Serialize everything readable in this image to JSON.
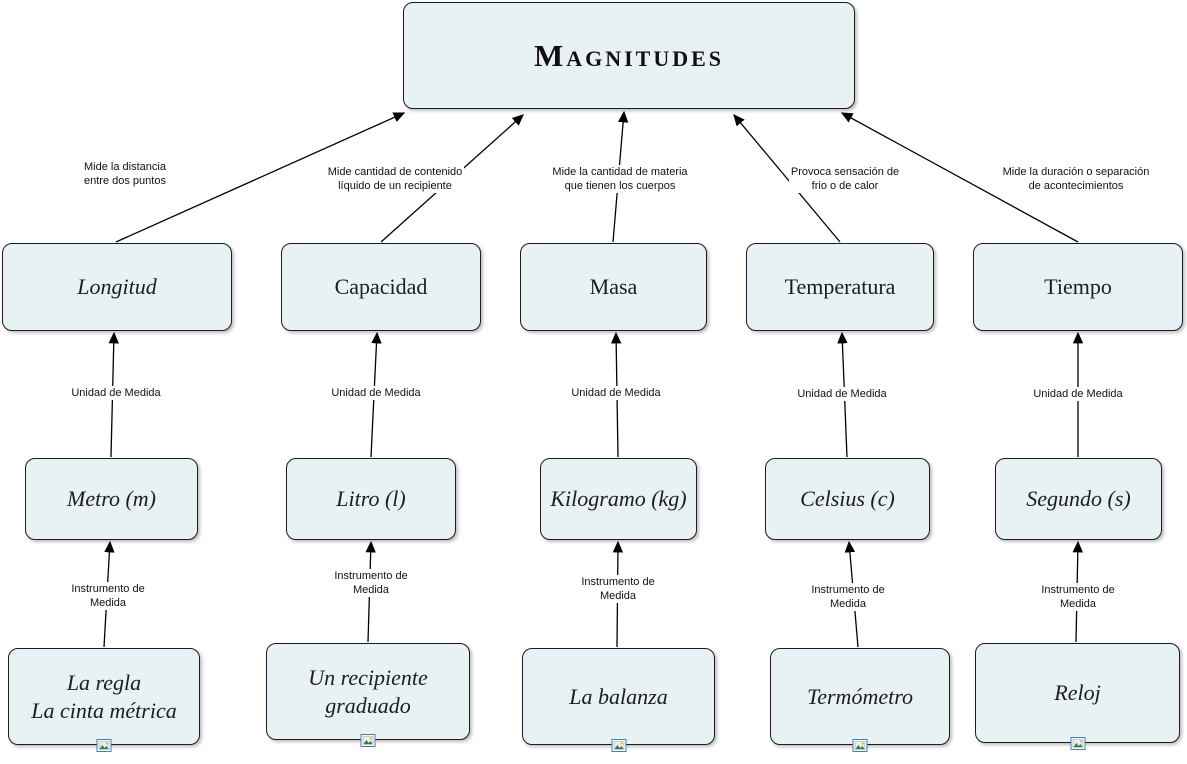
{
  "title": "Magnitudes",
  "labels": {
    "unit_arrow": "Unidad de Medida",
    "instrument_arrow": "Instrumento de\nMedida"
  },
  "columns": [
    {
      "description": "Mide la distancia\nentre dos puntos",
      "magnitude": "Longitud",
      "unit": "Metro (m)",
      "instrument": "La regla\nLa cinta métrica"
    },
    {
      "description": "Mide cantidad de contenido\nlíquido de un recipiente",
      "magnitude": "Capacidad",
      "unit": "Litro (l)",
      "instrument": "Un recipiente\ngraduado"
    },
    {
      "description": "Mide la cantidad de materia\nque tienen los cuerpos",
      "magnitude": "Masa",
      "unit": "Kilogramo (kg)",
      "instrument": "La balanza"
    },
    {
      "description": "Provoca sensación de\nfrio o de calor",
      "magnitude": "Temperatura",
      "unit": "Celsius (c)",
      "instrument": "Termómetro"
    },
    {
      "description": "Mide la duración o separación\nde acontecimientos",
      "magnitude": "Tiempo",
      "unit": "Segundo (s)",
      "instrument": "Reloj"
    }
  ],
  "colors": {
    "box_fill": "#e8f1f4",
    "box_border": "#1c1c1c",
    "arrow": "#000000",
    "icon_border": "#4a7db5"
  }
}
